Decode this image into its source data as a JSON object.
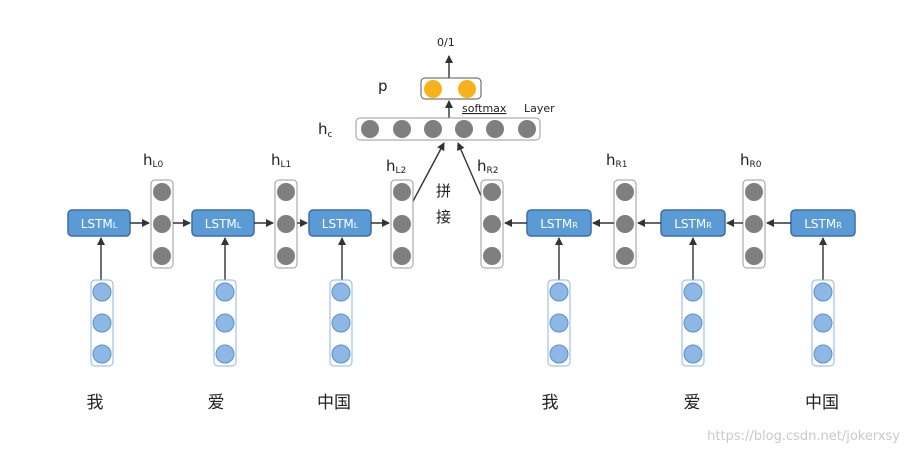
{
  "output_label": "0/1",
  "p_label": "p",
  "softmax_label": "softmax",
  "layer_label": "Layer",
  "hc": {
    "h": "h",
    "sub": "c"
  },
  "concat": {
    "char1": "拼",
    "char2": "接"
  },
  "lstm": {
    "main": "LSTM",
    "left_sub": "L",
    "right_sub": "R"
  },
  "h_labels": [
    {
      "h": "h",
      "sub": "L0"
    },
    {
      "h": "h",
      "sub": "L1"
    },
    {
      "h": "h",
      "sub": "L2"
    },
    {
      "h": "h",
      "sub": "R2"
    },
    {
      "h": "h",
      "sub": "R1"
    },
    {
      "h": "h",
      "sub": "R0"
    }
  ],
  "words_left": [
    "我",
    "爱",
    "中国"
  ],
  "words_right": [
    "我",
    "爱",
    "中国"
  ],
  "watermark": "https://blog.csdn.net/jokerxsy",
  "colors": {
    "lstm": "#5b9bd5",
    "hidden": "#7f7f7f",
    "input": "#8db8e6",
    "output": "#f6b21b"
  }
}
